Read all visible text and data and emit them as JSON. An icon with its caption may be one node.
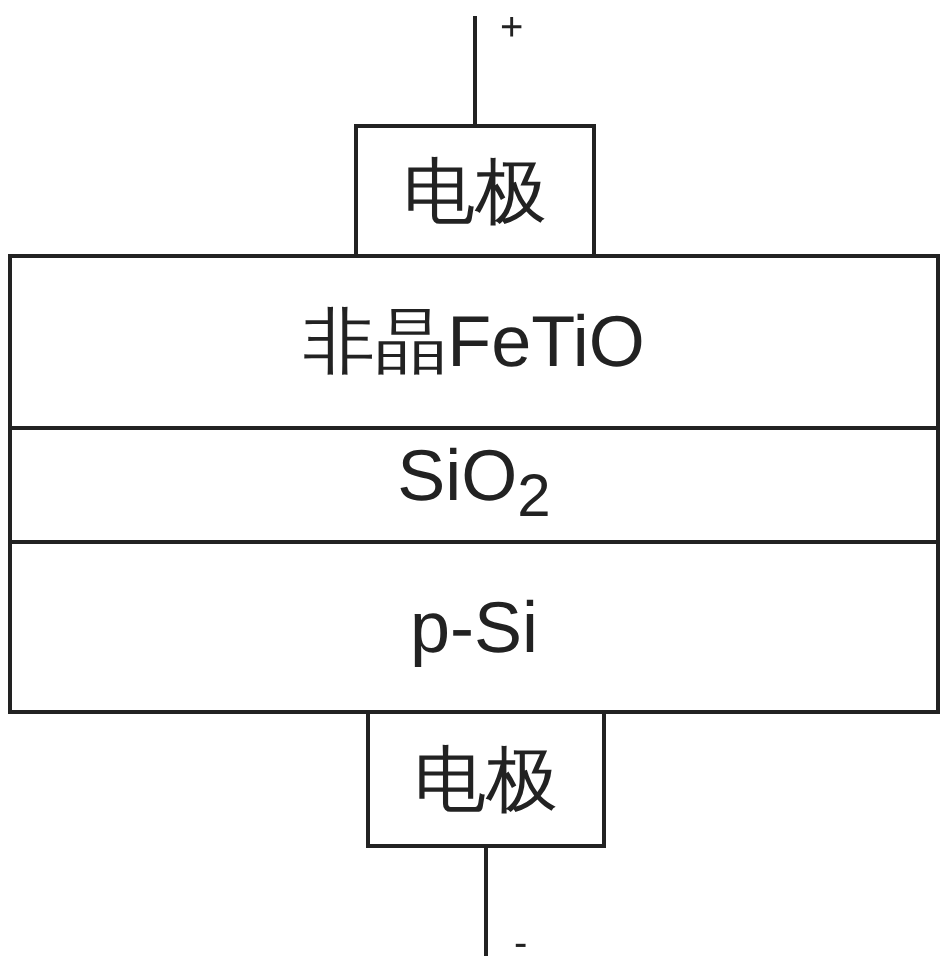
{
  "diagram": {
    "nodes": [
      {
        "text": [
          "电极"
        ]
      },
      {
        "text": [
          "非晶FeTiO"
        ]
      },
      {
        "text": [
          "SiO$_{2}$"
        ]
      },
      {
        "text": [
          "p-Si"
        ]
      },
      {
        "text": [
          "电极"
        ]
      }
    ],
    "edges": [
      {
        "from": null,
        "to": 0,
        "arrow": "none"
      },
      {
        "from": 4,
        "to": null,
        "arrow": "none"
      }
    ],
    "labels": [
      "+",
      "-"
    ]
  }
}
